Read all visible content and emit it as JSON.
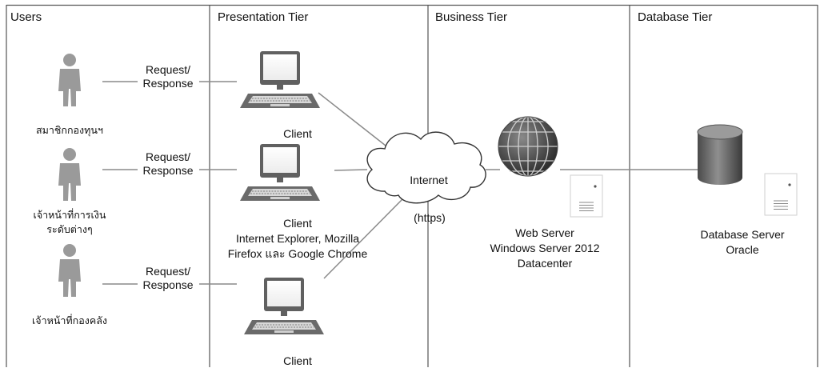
{
  "tiers": {
    "users": "Users",
    "presentation": "Presentation Tier",
    "business": "Business Tier",
    "database": "Database Tier"
  },
  "users": [
    {
      "lines": [
        "สมาชิกกองทุนฯ"
      ]
    },
    {
      "lines": [
        "เจ้าหน้าที่การเงิน",
        "ระดับต่างๆ"
      ]
    },
    {
      "lines": [
        "เจ้าหน้าที่กองคลัง"
      ]
    }
  ],
  "connections": [
    {
      "line1": "Request/",
      "line2": "Response"
    },
    {
      "line1": "Request/",
      "line2": "Response"
    },
    {
      "line1": "Request/",
      "line2": "Response"
    }
  ],
  "clients": [
    {
      "label": "Client"
    },
    {
      "label": "Client",
      "detail": [
        "Internet Explorer, Mozilla",
        "Firefox และ Google Chrome"
      ]
    },
    {
      "label": "Client"
    }
  ],
  "network": {
    "label": "Internet",
    "protocol": "(https)"
  },
  "web_server": {
    "lines": [
      "Web Server",
      "Windows Server 2012",
      "Datacenter"
    ]
  },
  "db_server": {
    "lines": [
      "Database Server",
      "Oracle"
    ]
  }
}
